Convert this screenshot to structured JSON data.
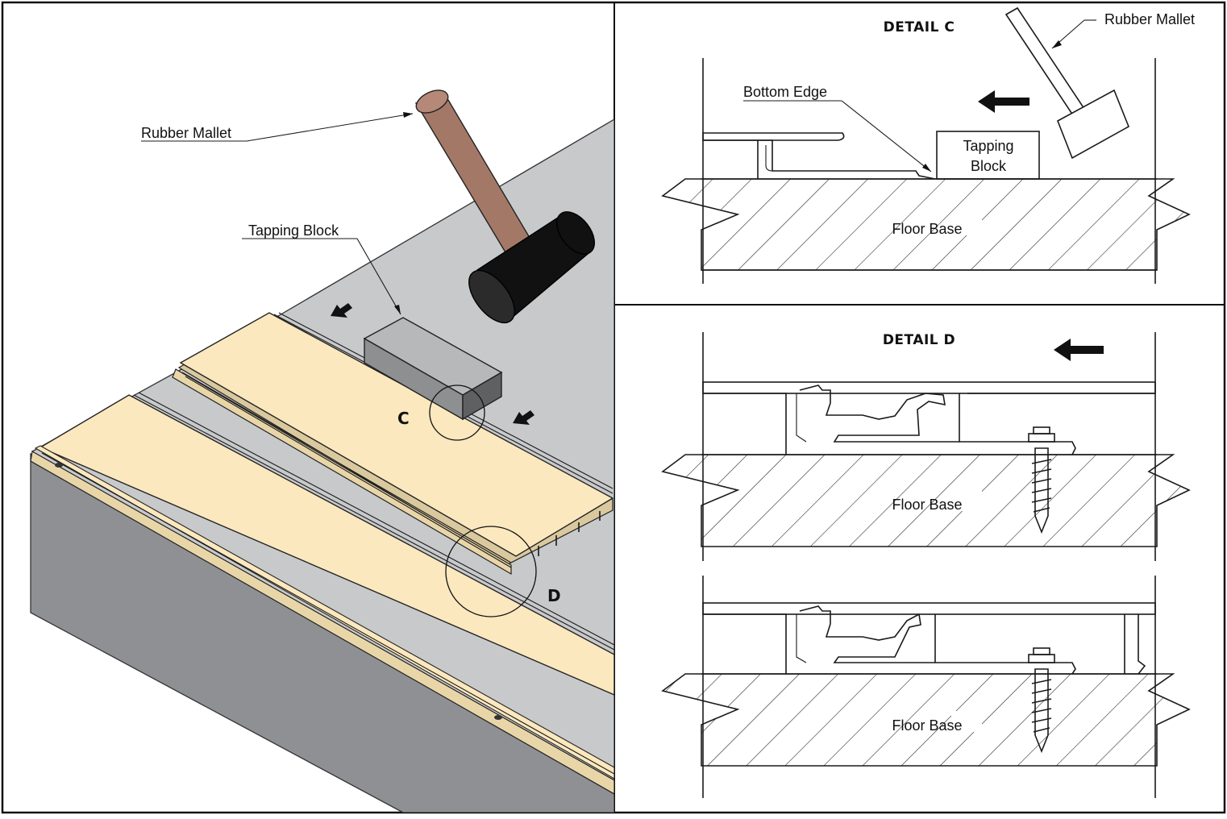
{
  "main_view": {
    "label_mallet": "Rubber Mallet",
    "label_block": "Tapping Block",
    "callout_c": "C",
    "callout_d": "D"
  },
  "detail_c": {
    "title": "DETAIL C",
    "label_mallet": "Rubber Mallet",
    "label_edge": "Bottom Edge",
    "block_line1": "Tapping",
    "block_line2": "Block",
    "floor": "Floor Base"
  },
  "detail_d": {
    "title": "DETAIL D",
    "floor_top": "Floor Base",
    "floor_bottom": "Floor Base"
  },
  "colors": {
    "plank": "#FCE8BE",
    "floor_grey": "#C8C9CB",
    "side_grey": "#8F9094",
    "block_top": "#B7B8BA",
    "block_front": "#8E8F91",
    "block_end": "#5F6062",
    "mallet_handle": "#A47867",
    "mallet_head": "#111111"
  }
}
